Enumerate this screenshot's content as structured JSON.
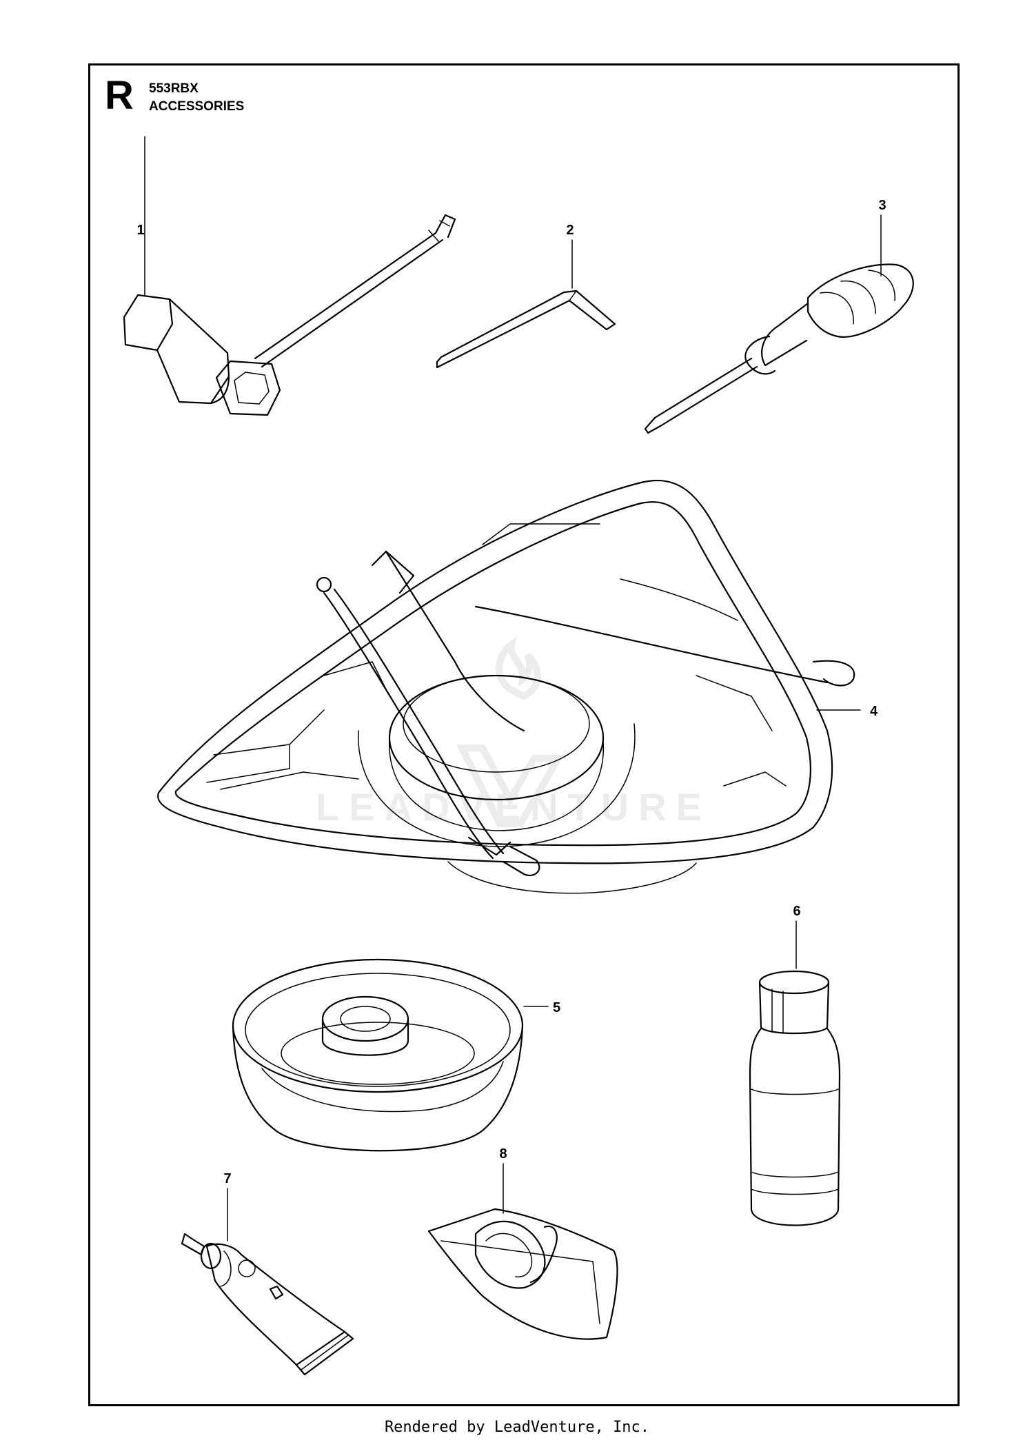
{
  "header": {
    "section_letter": "R",
    "model": "553RBX",
    "title": "ACCESSORIES"
  },
  "callouts": [
    "1",
    "2",
    "3",
    "4",
    "5",
    "6",
    "7",
    "8"
  ],
  "watermark": {
    "text": "LEADVENTURE",
    "color": "#ececec"
  },
  "footer": {
    "text": "Rendered by LeadVenture, Inc."
  }
}
